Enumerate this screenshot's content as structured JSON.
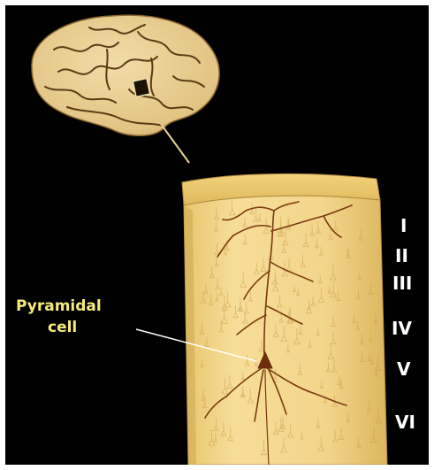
{
  "labels": {
    "pyramidal_line1": "Pyramidal",
    "pyramidal_line2": "cell"
  },
  "layers": [
    "I",
    "II",
    "III",
    "IV",
    "V",
    "VI"
  ],
  "colors": {
    "background": "#000000",
    "frame": "#ffffff",
    "tissue": "#f3d58a",
    "tissue_dark": "#d9b45e",
    "brain": "#e8cf92",
    "sulci": "#5a3b16",
    "label": "#f5ea7a",
    "layer_numerals": "#ffffff",
    "neuron": "#7a3a10"
  }
}
